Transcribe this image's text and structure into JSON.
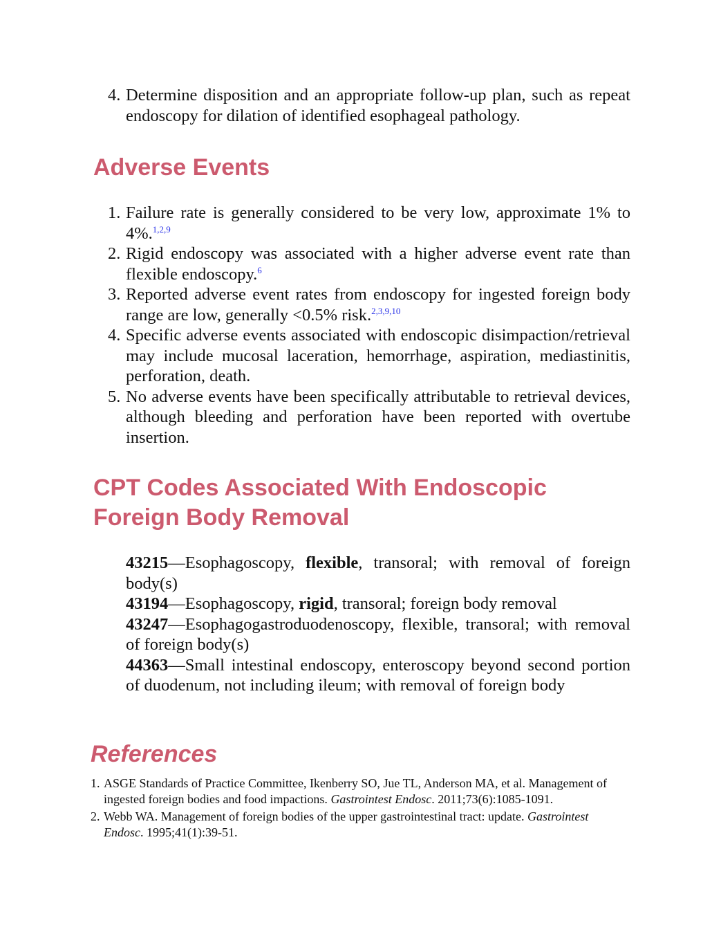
{
  "top_item": {
    "number": "4.",
    "text": "Determine disposition and an appropriate follow-up plan, such as repeat endoscopy for dilation of identified esophageal pathology."
  },
  "adverse_events": {
    "heading": "Adverse Events",
    "items": [
      {
        "number": "1.",
        "text": "Failure rate is generally considered to be very low, approximate 1% to 4%.",
        "citation": "1,2,9"
      },
      {
        "number": "2.",
        "text": "Rigid endoscopy was associated with a higher adverse event rate than flexible endoscopy.",
        "citation": "6"
      },
      {
        "number": "3.",
        "text": "Reported adverse event rates from endoscopy for ingested foreign body range are low, generally <0.5% risk.",
        "citation": "2,3,9,10"
      },
      {
        "number": "4.",
        "text": "Specific adverse events associated with endoscopic disimpaction/retrieval may include mucosal laceration, hemorrhage, aspiration, mediastinitis, perforation, death.",
        "citation": ""
      },
      {
        "number": "5.",
        "text": "No adverse events have been specifically attributable to retrieval devices, although bleeding and perforation have been reported with overtube insertion.",
        "citation": ""
      }
    ]
  },
  "cpt": {
    "heading": "CPT Codes Associated With Endoscopic Foreign Body Removal",
    "codes": [
      {
        "code": "43215",
        "pre": "—Esophagoscopy, ",
        "bold": "flexible",
        "post": ", transoral; with removal of foreign body(s)"
      },
      {
        "code": "43194",
        "pre": "—Esophagoscopy, ",
        "bold": "rigid",
        "post": ", transoral; foreign body removal"
      },
      {
        "code": "43247",
        "pre": "—Esophagogastroduodenoscopy, flexible, transoral; with removal of foreign body(s)",
        "bold": "",
        "post": ""
      },
      {
        "code": "44363",
        "pre": "—Small intestinal endoscopy, enteroscopy beyond second portion of duodenum, not including ileum; with removal of foreign body",
        "bold": "",
        "post": ""
      }
    ]
  },
  "references": {
    "heading": "References",
    "items": [
      {
        "number": "1.",
        "pre": "ASGE Standards of Practice Committee, Ikenberry SO, Jue TL, Anderson MA, et al. Management of ingested foreign bodies and food impactions. ",
        "journal": "Gastrointest Endosc",
        "post": ". 2011;73(6):1085-1091."
      },
      {
        "number": "2.",
        "pre": "Webb WA. Management of foreign bodies of the upper gastrointestinal tract: update. ",
        "journal": "Gastrointest Endosc",
        "post": ". 1995;41(1):39-51."
      }
    ]
  },
  "colors": {
    "heading": "#cc5a6e",
    "citation_link": "#2a33e8"
  }
}
